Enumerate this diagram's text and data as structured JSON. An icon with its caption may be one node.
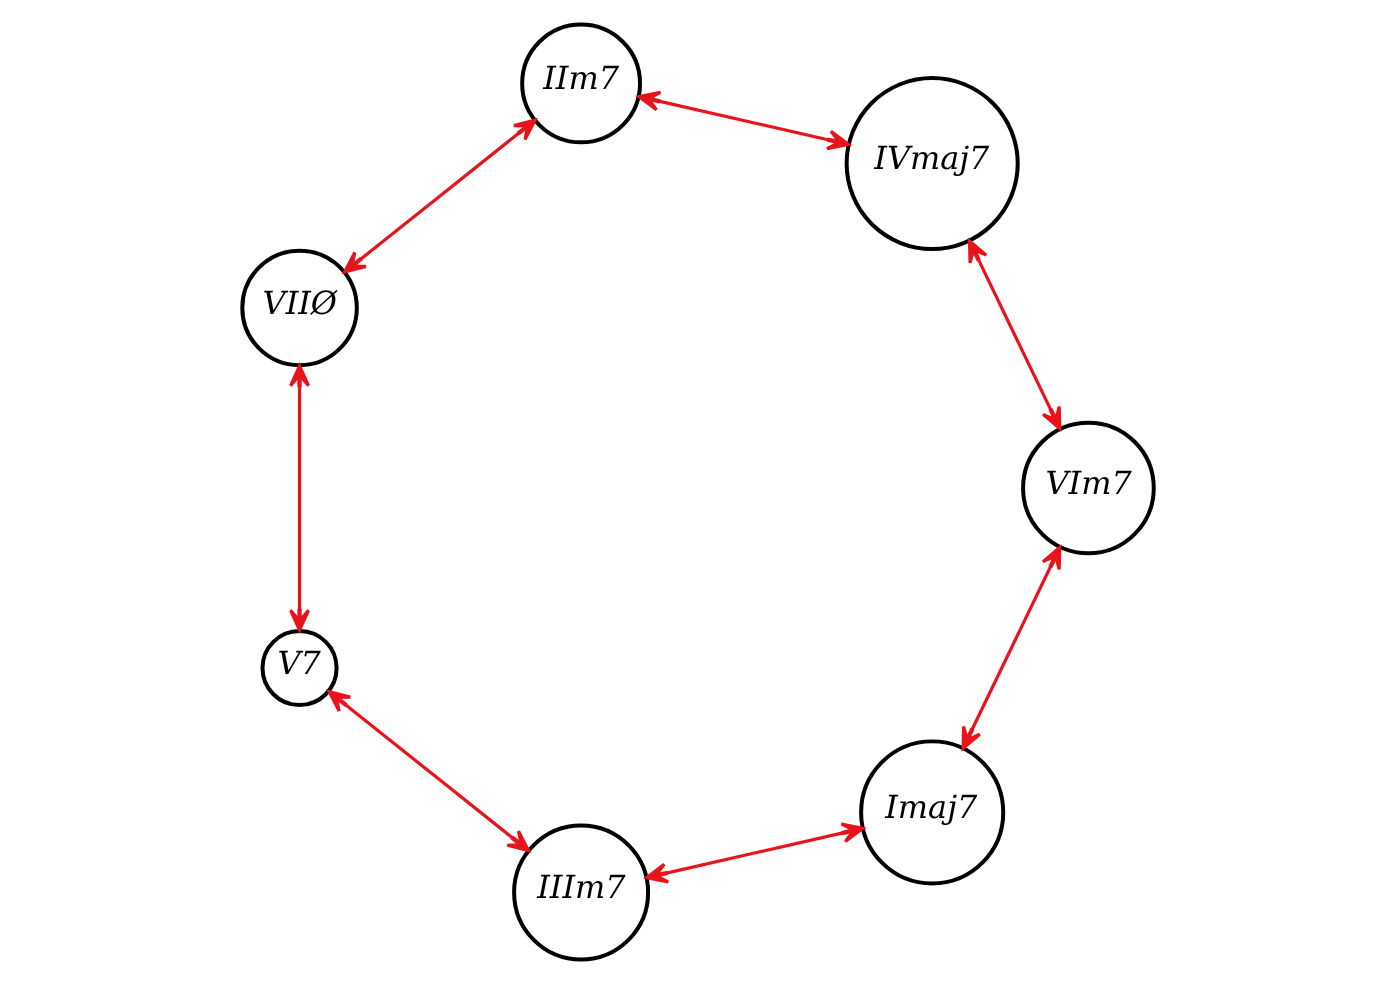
{
  "diagram": {
    "nodes": [
      {
        "text": [
          "Imaj7"
        ]
      },
      {
        "text": [
          "VIIØ"
        ]
      },
      {
        "text": [
          "IIm7"
        ]
      },
      {
        "text": [
          "VIm7"
        ]
      },
      {
        "text": [
          "IIIm7"
        ]
      },
      {
        "text": [
          "V7"
        ]
      },
      {
        "text": [
          "IVmaj7"
        ]
      }
    ],
    "edges": [
      {
        "from": 0,
        "to": 4,
        "arrow": "both"
      },
      {
        "from": 0,
        "to": 3,
        "arrow": "both"
      },
      {
        "from": 1,
        "to": 2,
        "arrow": "both"
      },
      {
        "from": 1,
        "to": 5,
        "arrow": "both"
      },
      {
        "from": 2,
        "to": 6,
        "arrow": "both"
      },
      {
        "from": 3,
        "to": 6,
        "arrow": "both"
      },
      {
        "from": 5,
        "to": 4,
        "arrow": "both"
      }
    ]
  }
}
